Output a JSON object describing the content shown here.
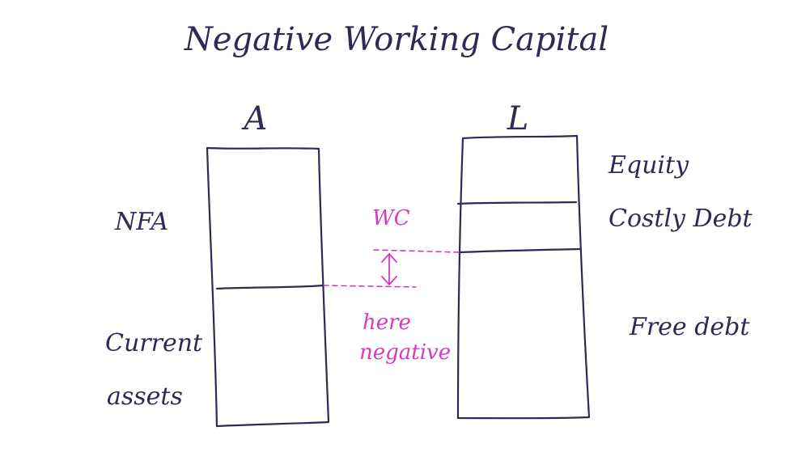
{
  "colors": {
    "ink": "#2d2b55",
    "annotation": "#d63ac4"
  },
  "title": "Negative Working Capital",
  "assets": {
    "heading": "A",
    "top_label": "NFA",
    "bottom_label_line1": "Current",
    "bottom_label_line2": "assets"
  },
  "liabilities": {
    "heading": "L",
    "top_label": "Equity",
    "middle_label": "Costly Debt",
    "bottom_label": "Free debt"
  },
  "annotation": {
    "wc_label": "WC",
    "note_line1": "here",
    "note_line2": "negative",
    "arrow_icon": "double-headed-arrow-icon"
  }
}
